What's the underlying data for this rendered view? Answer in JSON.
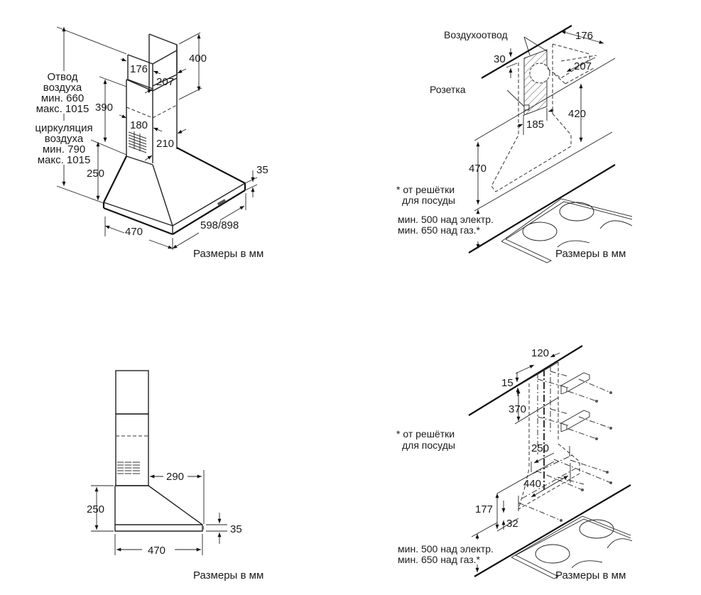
{
  "unit_note": "Размеры в мм",
  "diagrams": {
    "top_left": {
      "title": "Hood isometric dimensions",
      "dims": {
        "chimney_upper_height": "400",
        "chimney_upper_width": "176",
        "chimney_upper_depth": "207",
        "chimney_lower_height": "390",
        "chimney_lower_width": "180",
        "chimney_lower_depth": "210",
        "canopy_height": "250",
        "canopy_rim": "35",
        "depth": "470",
        "width": "598/898"
      },
      "exhaust_label": [
        "Отвод",
        "воздуха",
        "мин. 660",
        "макс. 1015"
      ],
      "recirc_label": [
        "циркуляция",
        "воздуха",
        "мин. 790",
        "макс. 1015"
      ],
      "unit_note": "Размеры в мм"
    },
    "top_right": {
      "title": "Wall installation",
      "air_outlet_label": "Воздухоотвод",
      "socket_label": "Розетка",
      "dims": {
        "ceiling_offset": "30",
        "outlet_width": "176",
        "outlet_depth": "207",
        "socket_offset": "185",
        "upper_zone": "420",
        "hood_height": "470"
      },
      "grate_note": [
        "* от решётки",
        "для посуды"
      ],
      "min_height_note": [
        "мин. 500 над электр.",
        "мин. 650 над газ.*"
      ],
      "unit_note": "Размеры в мм"
    },
    "bottom_left": {
      "title": "Side view",
      "dims": {
        "projection": "290",
        "canopy_height": "250",
        "rim": "35",
        "depth": "470"
      },
      "unit_note": "Размеры в мм"
    },
    "bottom_right": {
      "title": "Mounting brackets",
      "dims": {
        "bracket_spacing": "120",
        "ceiling_offset": "15",
        "bracket_vertical": "370",
        "hood_bracket_spacing": "250",
        "hood_width_mount": "440",
        "hook_height": "177",
        "hook_offset": "32"
      },
      "grate_note": [
        "* от решётки",
        "для посуды"
      ],
      "min_height_note": [
        "мин. 500 над электр.",
        "мин. 650 над газ.*"
      ],
      "unit_note": "Размеры в мм"
    }
  }
}
